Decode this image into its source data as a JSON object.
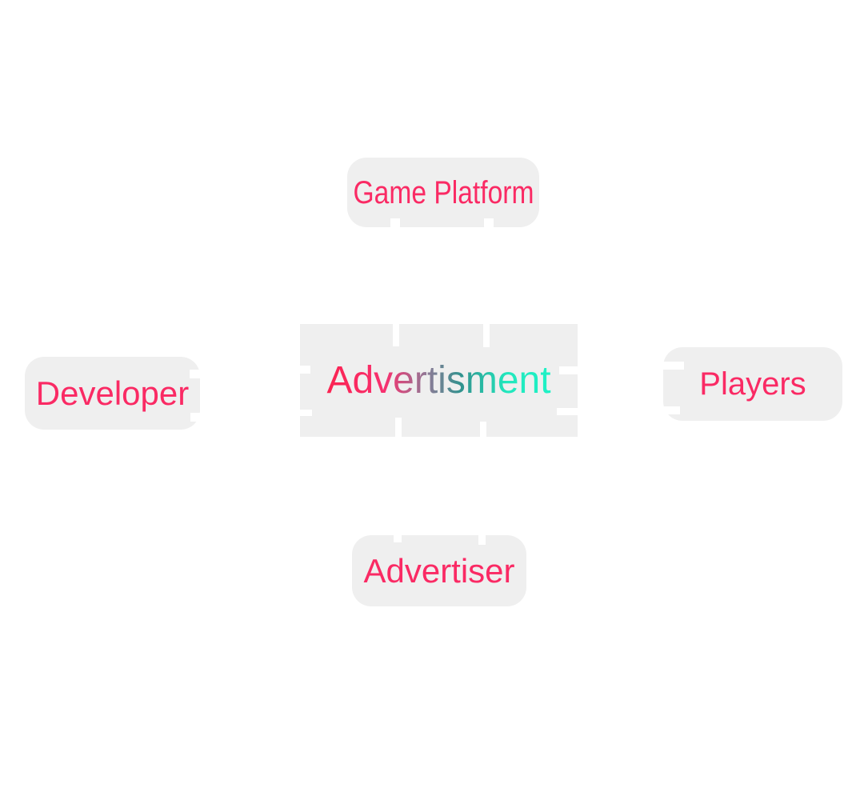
{
  "diagram": {
    "description": "Advertising ecosystem diagram with central Advertisment block connected to Game Platform, Developer, Players and Advertiser",
    "nodes": {
      "game_platform": {
        "label": "Game Platform"
      },
      "developer": {
        "label": "Developer"
      },
      "advertisment": {
        "label": "Advertisment"
      },
      "players": {
        "label": "Players"
      },
      "advertiser": {
        "label": "Advertiser"
      }
    }
  },
  "colors": {
    "background": "#ffffff",
    "node_bg": "#efefef",
    "label": "#fa2a64",
    "gradient_start": "#fb2351",
    "gradient_pink": "#f8306f",
    "gradient_mauve": "#8d7b97",
    "gradient_teal": "#31928e",
    "gradient_mint": "#22e7bd",
    "gradient_end": "#1ff2c6"
  }
}
